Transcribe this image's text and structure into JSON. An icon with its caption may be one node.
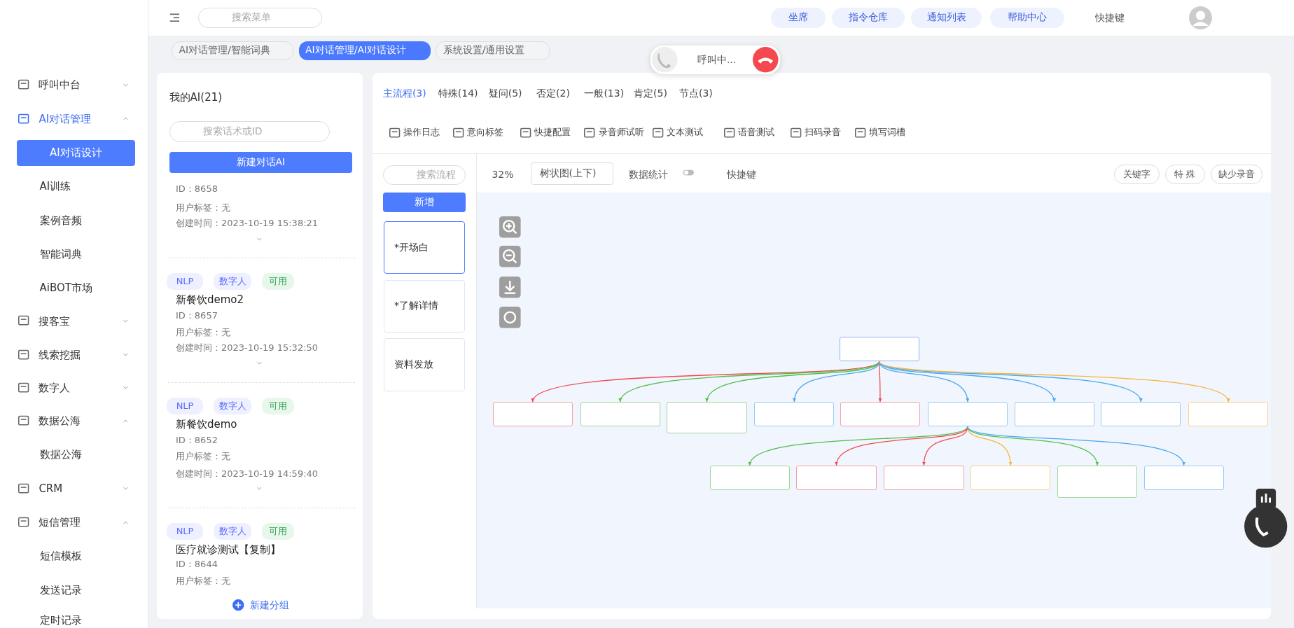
{
  "diagram": {
    "nodes": [
      {
        "text": [
          "*开场白"
        ]
      },
      {
        "text": [
          "*了解详情"
        ]
      },
      {
        "text": [
          "资料发放"
        ]
      },
      {
        "text": [],
        "shape": "box"
      },
      {
        "text": [],
        "shape": "box"
      },
      {
        "text": [],
        "shape": "box"
      },
      {
        "text": [],
        "shape": "box"
      },
      {
        "text": [],
        "shape": "box"
      },
      {
        "text": [],
        "shape": "box"
      },
      {
        "text": [],
        "shape": "box"
      },
      {
        "text": [],
        "shape": "box"
      },
      {
        "text": [],
        "shape": "box"
      },
      {
        "text": [],
        "shape": "box"
      },
      {
        "text": [],
        "shape": "box"
      },
      {
        "text": [],
        "shape": "box"
      },
      {
        "text": [],
        "shape": "box"
      },
      {
        "text": [],
        "shape": "box"
      },
      {
        "text": [],
        "shape": "box"
      },
      {
        "text": [],
        "shape": "box"
      }
    ],
    "edges": [
      {
        "from": 3,
        "to": 4,
        "arrow": "to",
        "color": "#f5484f"
      },
      {
        "from": 3,
        "to": 5,
        "arrow": "to",
        "color": "#4fbf4a"
      },
      {
        "from": 3,
        "to": 6,
        "arrow": "to",
        "color": "#4fbf4a"
      },
      {
        "from": 3,
        "to": 7,
        "arrow": "to"
      },
      {
        "from": 3,
        "to": 8,
        "arrow": "to",
        "color": "#f5484f"
      },
      {
        "from": 3,
        "to": 9,
        "arrow": "to"
      },
      {
        "from": 3,
        "to": 10,
        "arrow": "to"
      },
      {
        "from": 3,
        "to": 11,
        "arrow": "to"
      },
      {
        "from": 3,
        "to": 12,
        "arrow": "to",
        "color": "#f7b538"
      },
      {
        "from": 9,
        "to": 13,
        "arrow": "to",
        "color": "#4fbf4a"
      },
      {
        "from": 9,
        "to": 14,
        "arrow": "to",
        "color": "#f5484f"
      },
      {
        "from": 9,
        "to": 15,
        "arrow": "to",
        "color": "#f5484f"
      },
      {
        "from": 9,
        "to": 16,
        "arrow": "to",
        "color": "#f7b538"
      },
      {
        "from": 9,
        "to": 17,
        "arrow": "to",
        "color": "#4fbf4a"
      },
      {
        "from": 9,
        "to": 18,
        "arrow": "to"
      }
    ],
    "labels": [
      "搜索菜单",
      "坐席",
      "指令仓库",
      "通知列表",
      "帮助中心",
      "快捷键",
      "AI对话管理/智能词典",
      "AI对话管理/AI对话设计",
      "系统设置/通用设置",
      "呼叫中...",
      "呼叫中台",
      "AI对话管理",
      "AI对话设计",
      "AI训练",
      "案例音频",
      "智能词典",
      "AiBOT市场",
      "搜客宝",
      "线索挖掘",
      "数字人",
      "数据公海",
      "数据公海",
      "CRM",
      "短信管理",
      "短信模板",
      "发送记录",
      "定时记录",
      "我的AI(21)",
      "搜索话术或ID",
      "新建对话AI",
      "ID：8658",
      "用户标签：无",
      "创建时间：2023-10-19 15:38:21",
      "NLP",
      "数字人",
      "可用",
      "新餐饮demo2",
      "ID：8657",
      "用户标签：无",
      "创建时间：2023-10-19 15:32:50",
      "NLP",
      "数字人",
      "可用",
      "新餐饮demo",
      "ID：8652",
      "用户标签：无",
      "创建时间：2023-10-19 14:59:40",
      "NLP",
      "数字人",
      "可用",
      "医疗就诊测试【复制】",
      "ID：8644",
      "用户标签：无",
      "新建分组",
      "主流程(3)",
      "特殊(14)",
      "疑问(5)",
      "否定(2)",
      "一般(13)",
      "肯定(5)",
      "节点(3)",
      "操作日志",
      "意向标签",
      "快捷配置",
      "录音师试听",
      "文本测试",
      "语音测试",
      "扫码录音",
      "填写词槽",
      "搜索流程",
      "新增",
      "32%",
      "树状图(上下)",
      "数据统计",
      "快捷键",
      "关键字",
      "特 殊",
      "缺少录音"
    ]
  }
}
